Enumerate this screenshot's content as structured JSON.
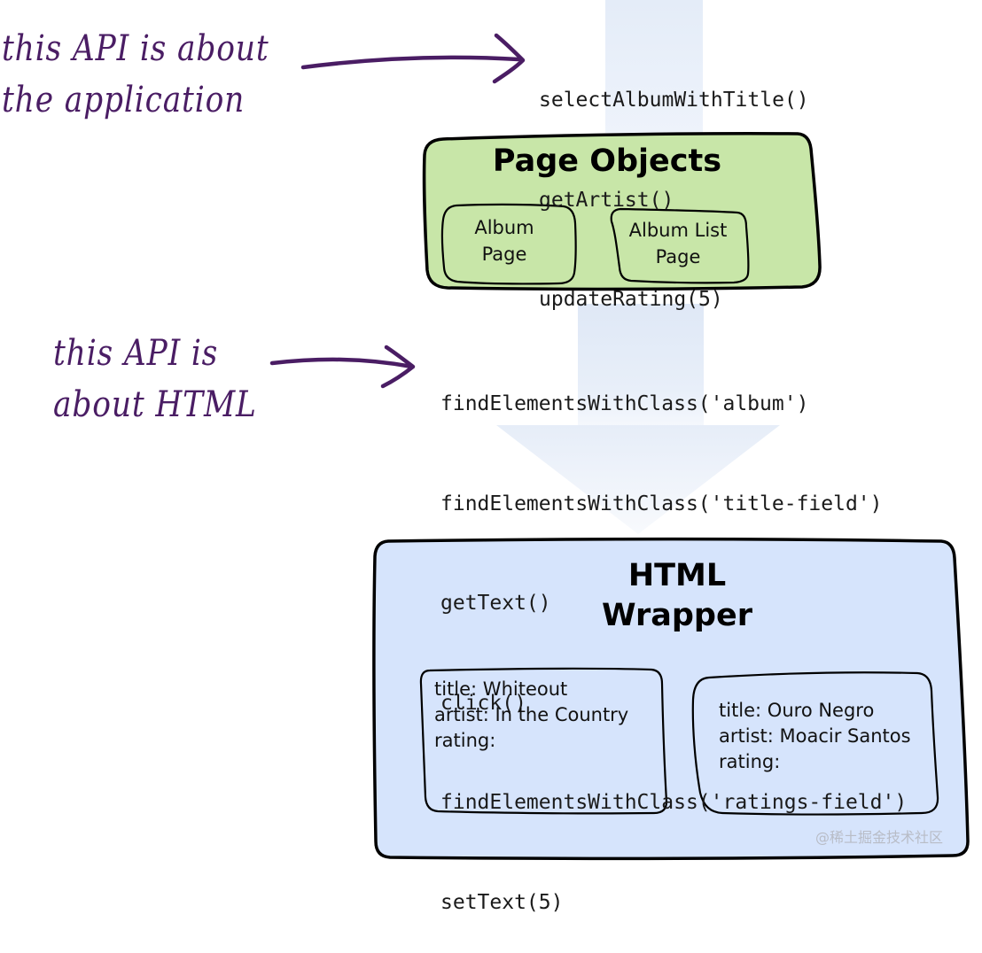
{
  "annotations": {
    "top": [
      "this API is about",
      "the application"
    ],
    "bottom": [
      "this API is",
      "about HTML"
    ]
  },
  "app_api": [
    "selectAlbumWithTitle()",
    "getArtist()",
    "updateRating(5)"
  ],
  "html_api": [
    "findElementsWithClass('album')",
    "findElementsWithClass('title-field')",
    "getText()",
    "click()",
    "findElementsWithClass('ratings-field')",
    "setText(5)"
  ],
  "page_objects": {
    "title": "Page Objects",
    "items": [
      {
        "lines": [
          "Album",
          "Page"
        ]
      },
      {
        "lines": [
          "Album List",
          "Page"
        ]
      }
    ]
  },
  "html_wrapper": {
    "title_lines": [
      "HTML",
      "Wrapper"
    ],
    "records": [
      {
        "title": "title: Whiteout",
        "artist": "artist: In the Country",
        "rating": "rating:"
      },
      {
        "title": "title: Ouro Negro",
        "artist": "artist: Moacir Santos",
        "rating": "rating:"
      }
    ]
  },
  "watermark": "@稀土掘金技术社区",
  "colors": {
    "annotation": "#4a1d64",
    "page_objects_fill": "#c8e6a8",
    "html_wrapper_fill": "#d6e4fc",
    "flow_arrow": "#dce6f5"
  }
}
